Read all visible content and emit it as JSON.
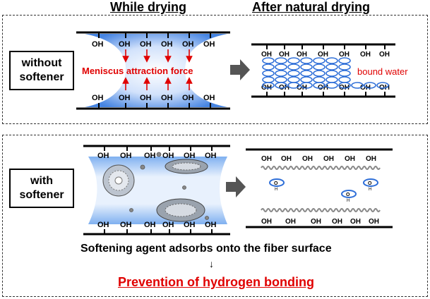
{
  "headers": {
    "while_drying": "While drying",
    "after_drying": "After natural drying"
  },
  "top_panel": {
    "label_line1": "without",
    "label_line2": "softener",
    "meniscus": "Meniscus attraction force",
    "bound_water": "bound water"
  },
  "bottom_panel": {
    "label_line1": "with",
    "label_line2": "softener"
  },
  "oh": "OH",
  "h2o_h": "H",
  "h2o_o": "O",
  "caption": "Softening agent adsorbs onto the fiber surface",
  "down_arrow": "↓",
  "conclusion": "Prevention of hydrogen bonding",
  "colors": {
    "accent_red": "#e00000",
    "water_blue": "#2f6fd8",
    "gray": "#7f7f7f"
  }
}
